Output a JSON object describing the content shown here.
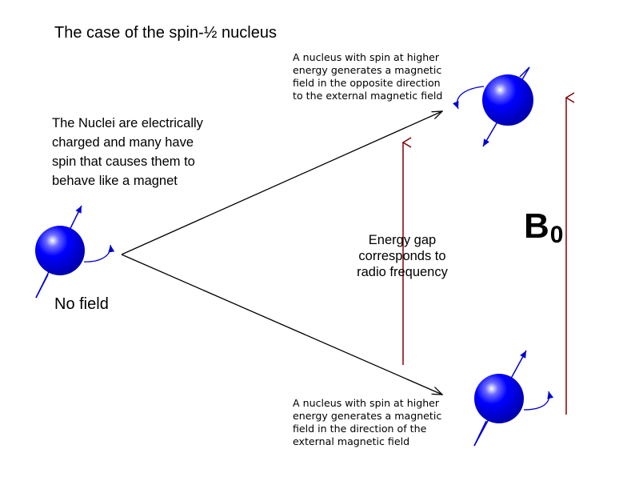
{
  "title": "The case of the spin-½ nucleus",
  "intro_text": "The Nuclei are electrically\ncharged and many have\nspin that causes them to\nbehave like a magnet",
  "no_field_label": "No field",
  "upper_state_text": "A nucleus with spin at higher\nenergy generates a magnetic\nfield in the opposite direction\nto the external magnetic field",
  "lower_state_text": "A nucleus with spin at higher\nenergy generates a magnetic\nfield in the direction of the\nexternal magnetic field",
  "energy_gap_text": "Energy gap\ncorresponds to\nradio frequency",
  "field_label": {
    "symbol": "B",
    "subscript": "0"
  },
  "colors": {
    "nucleus": "#0000ff",
    "spin_arrow": "#0000cc",
    "field_arrow": "#800000",
    "text": "#000000"
  }
}
